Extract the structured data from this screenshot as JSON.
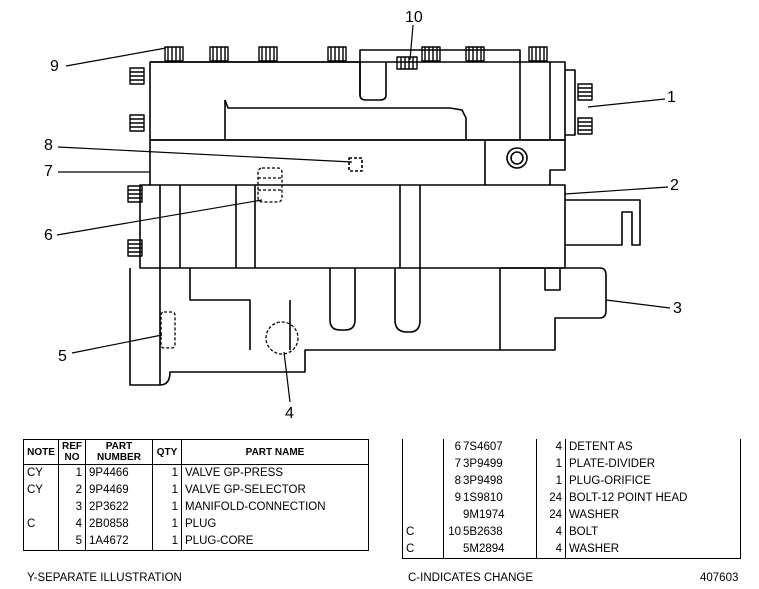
{
  "callouts": {
    "c1": "1",
    "c2": "2",
    "c3": "3",
    "c4": "4",
    "c5": "5",
    "c6": "6",
    "c7": "7",
    "c8": "8",
    "c9": "9",
    "c10": "10"
  },
  "table_headers": {
    "note": "NOTE",
    "ref_no": "REF NO",
    "part_number": "PART NUMBER",
    "qty": "QTY",
    "part_name": "PART NAME"
  },
  "parts_left": [
    {
      "note": "CY",
      "ref": "1",
      "part_number": "9P4466",
      "qty": "1",
      "name": "VALVE GP-PRESS"
    },
    {
      "note": "CY",
      "ref": "2",
      "part_number": "9P4469",
      "qty": "1",
      "name": "VALVE GP-SELECTOR"
    },
    {
      "note": "",
      "ref": "3",
      "part_number": "2P3622",
      "qty": "1",
      "name": "MANIFOLD-CONNECTION"
    },
    {
      "note": "C",
      "ref": "4",
      "part_number": "2B0858",
      "qty": "1",
      "name": "PLUG"
    },
    {
      "note": "",
      "ref": "5",
      "part_number": "1A4672",
      "qty": "1",
      "name": "PLUG-CORE"
    }
  ],
  "parts_right": [
    {
      "note": "",
      "ref": "6",
      "part_number": "7S4607",
      "qty": "4",
      "name": "DETENT AS"
    },
    {
      "note": "",
      "ref": "7",
      "part_number": "3P9499",
      "qty": "1",
      "name": "PLATE-DIVIDER"
    },
    {
      "note": "",
      "ref": "8",
      "part_number": "3P9498",
      "qty": "1",
      "name": "PLUG-ORIFICE"
    },
    {
      "note": "",
      "ref": "9",
      "part_number": "1S9810",
      "qty": "24",
      "name": "BOLT-12 POINT HEAD"
    },
    {
      "note": "",
      "ref": "",
      "part_number": "9M1974",
      "qty": "24",
      "name": "WASHER"
    },
    {
      "note": "C",
      "ref": "10",
      "part_number": "5B2638",
      "qty": "4",
      "name": "BOLT"
    },
    {
      "note": "C",
      "ref": "",
      "part_number": "5M2894",
      "qty": "4",
      "name": "WASHER"
    }
  ],
  "footer": {
    "separate": "Y-SEPARATE ILLUSTRATION",
    "change": "C-INDICATES CHANGE",
    "illustration_number": "407603"
  }
}
